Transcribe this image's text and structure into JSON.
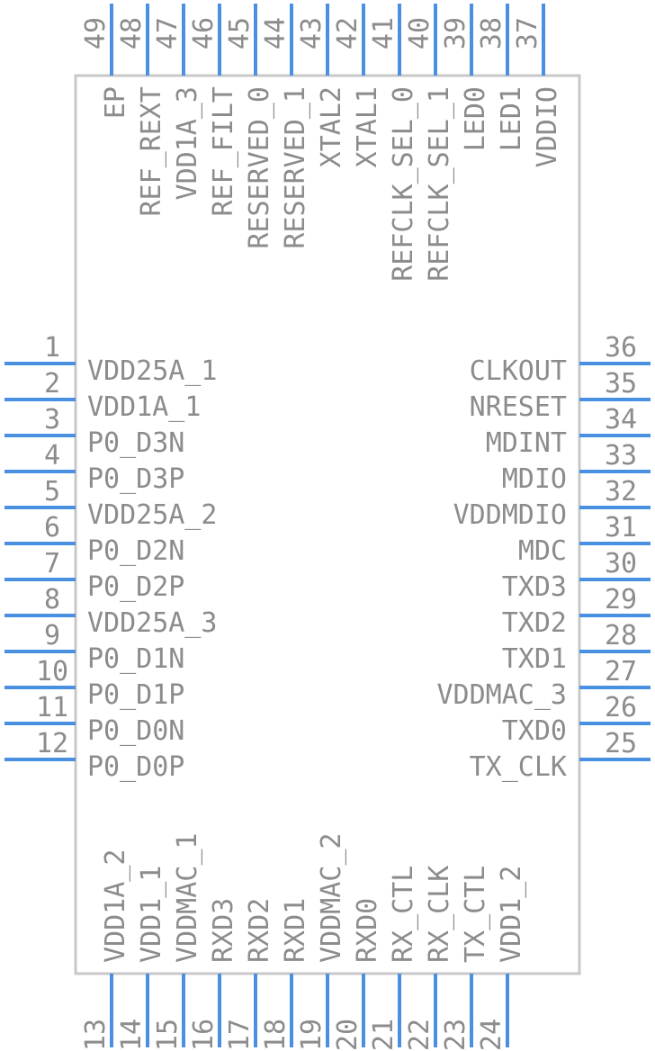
{
  "left_pins": [
    {
      "num": "1",
      "name": "VDD25A_1"
    },
    {
      "num": "2",
      "name": "VDD1A_1"
    },
    {
      "num": "3",
      "name": "P0_D3N"
    },
    {
      "num": "4",
      "name": "P0_D3P"
    },
    {
      "num": "5",
      "name": "VDD25A_2"
    },
    {
      "num": "6",
      "name": "P0_D2N"
    },
    {
      "num": "7",
      "name": "P0_D2P"
    },
    {
      "num": "8",
      "name": "VDD25A_3"
    },
    {
      "num": "9",
      "name": "P0_D1N"
    },
    {
      "num": "10",
      "name": "P0_D1P"
    },
    {
      "num": "11",
      "name": "P0_D0N"
    },
    {
      "num": "12",
      "name": "P0_D0P"
    }
  ],
  "bottom_pins": [
    {
      "num": "13",
      "name": "VDD1A_2"
    },
    {
      "num": "14",
      "name": "VDD1_1"
    },
    {
      "num": "15",
      "name": "VDDMAC_1"
    },
    {
      "num": "16",
      "name": "RXD3"
    },
    {
      "num": "17",
      "name": "RXD2"
    },
    {
      "num": "18",
      "name": "RXD1"
    },
    {
      "num": "19",
      "name": "VDDMAC_2"
    },
    {
      "num": "20",
      "name": "RXD0"
    },
    {
      "num": "21",
      "name": "RX_CTL"
    },
    {
      "num": "22",
      "name": "RX_CLK"
    },
    {
      "num": "23",
      "name": "TX_CTL"
    },
    {
      "num": "24",
      "name": "VDD1_2"
    }
  ],
  "right_pins": [
    {
      "num": "25",
      "name": "TX_CLK"
    },
    {
      "num": "26",
      "name": "TXD0"
    },
    {
      "num": "27",
      "name": "VDDMAC_3"
    },
    {
      "num": "28",
      "name": "TXD1"
    },
    {
      "num": "29",
      "name": "TXD2"
    },
    {
      "num": "30",
      "name": "TXD3"
    },
    {
      "num": "31",
      "name": "MDC"
    },
    {
      "num": "32",
      "name": "VDDMDIO"
    },
    {
      "num": "33",
      "name": "MDIO"
    },
    {
      "num": "34",
      "name": "MDINT"
    },
    {
      "num": "35",
      "name": "NRESET"
    },
    {
      "num": "36",
      "name": "CLKOUT"
    }
  ],
  "top_pins": [
    {
      "num": "37",
      "name": "VDDIO"
    },
    {
      "num": "38",
      "name": "LED1"
    },
    {
      "num": "39",
      "name": "LED0"
    },
    {
      "num": "40",
      "name": "REFCLK_SEL_1"
    },
    {
      "num": "41",
      "name": "REFCLK_SEL_0"
    },
    {
      "num": "42",
      "name": "XTAL1"
    },
    {
      "num": "43",
      "name": "XTAL2"
    },
    {
      "num": "44",
      "name": "RESERVED_1"
    },
    {
      "num": "45",
      "name": "RESERVED_0"
    },
    {
      "num": "46",
      "name": "REF_FILT"
    },
    {
      "num": "47",
      "name": "VDD1A_3"
    },
    {
      "num": "48",
      "name": "REF_REXT"
    },
    {
      "num": "49",
      "name": "EP"
    }
  ]
}
